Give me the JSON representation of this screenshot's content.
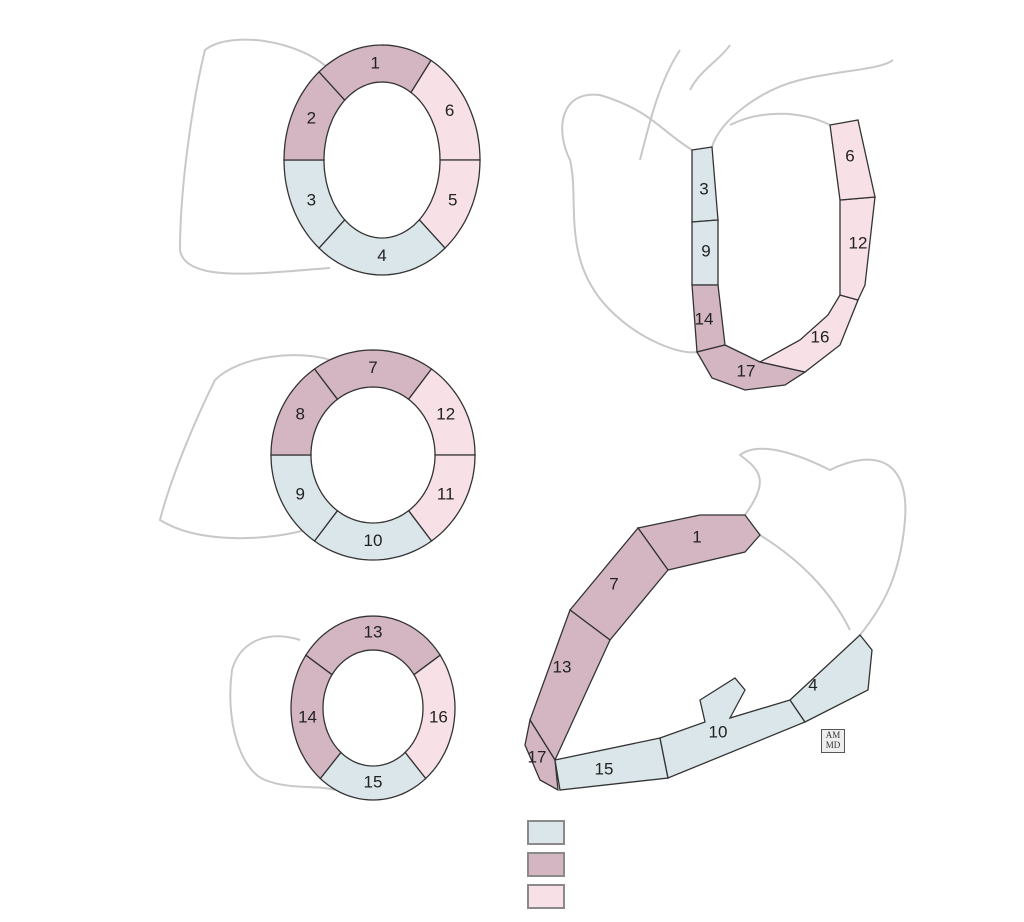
{
  "colors": {
    "blue": "#dbe6ea",
    "mauve": "#d4b6c2",
    "pink": "#f7e1e7",
    "outline": "#333333"
  },
  "views": {
    "basal": [
      {
        "id": "1",
        "color": "mauve"
      },
      {
        "id": "6",
        "color": "pink"
      },
      {
        "id": "5",
        "color": "pink"
      },
      {
        "id": "4",
        "color": "blue"
      },
      {
        "id": "3",
        "color": "blue"
      },
      {
        "id": "2",
        "color": "mauve"
      }
    ],
    "mid": [
      {
        "id": "7",
        "color": "mauve"
      },
      {
        "id": "12",
        "color": "pink"
      },
      {
        "id": "11",
        "color": "pink"
      },
      {
        "id": "10",
        "color": "blue"
      },
      {
        "id": "9",
        "color": "blue"
      },
      {
        "id": "8",
        "color": "mauve"
      }
    ],
    "apical": [
      {
        "id": "13",
        "color": "mauve"
      },
      {
        "id": "16",
        "color": "pink"
      },
      {
        "id": "15",
        "color": "blue"
      },
      {
        "id": "14",
        "color": "mauve"
      }
    ],
    "four_chamber": [
      {
        "id": "3",
        "color": "blue"
      },
      {
        "id": "9",
        "color": "blue"
      },
      {
        "id": "14",
        "color": "mauve"
      },
      {
        "id": "17",
        "color": "mauve"
      },
      {
        "id": "16",
        "color": "pink"
      },
      {
        "id": "12",
        "color": "pink"
      },
      {
        "id": "6",
        "color": "pink"
      }
    ],
    "long_axis": [
      {
        "id": "1",
        "color": "mauve"
      },
      {
        "id": "7",
        "color": "mauve"
      },
      {
        "id": "13",
        "color": "mauve"
      },
      {
        "id": "17",
        "color": "mauve"
      },
      {
        "id": "15",
        "color": "blue"
      },
      {
        "id": "10",
        "color": "blue"
      },
      {
        "id": "4",
        "color": "blue"
      }
    ]
  },
  "legend": [
    {
      "color": "blue"
    },
    {
      "color": "mauve"
    },
    {
      "color": "pink"
    }
  ],
  "logo_text": "AM MD"
}
